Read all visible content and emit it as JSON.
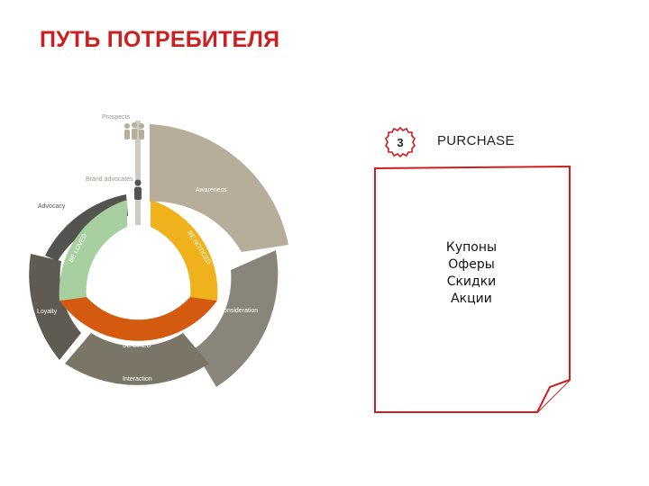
{
  "title": "ПУТЬ ПОТРЕБИТЕЛЯ",
  "diagram": {
    "top_left_labels": [
      "Prospects",
      "Brand advocates"
    ],
    "outer_segments": [
      "Awareness",
      "Consideration",
      "Interaction",
      "Loyalty",
      "Advocacy"
    ],
    "inner_segments": [
      "BE NOTICED",
      "BE LIKED",
      "BE LOVED"
    ],
    "colors": {
      "awareness": "#b7ad9b",
      "consideration": "#8a857a",
      "interaction": "#7b7568",
      "loyalty": "#5f5a52",
      "advocacy": "#55534f",
      "ring_yellow": "#f0b21c",
      "ring_orange": "#d45a10",
      "ring_green": "#a8cfa0"
    }
  },
  "step": {
    "number": "3",
    "label": "PURCHASE"
  },
  "note": {
    "lines": [
      "Купоны",
      "Оферы",
      "Скидки",
      "Акции"
    ]
  }
}
